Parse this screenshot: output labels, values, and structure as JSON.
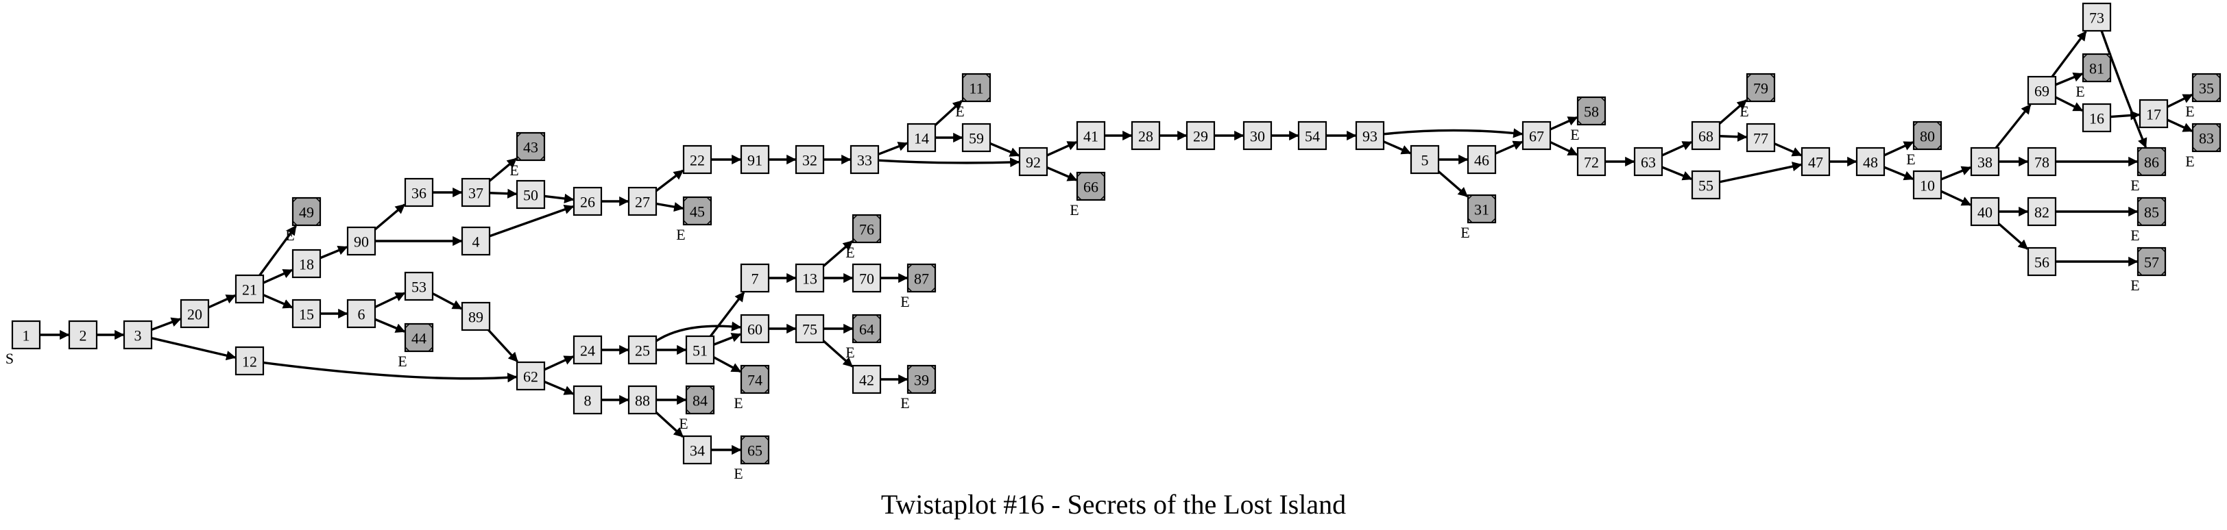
{
  "title": "Twistaplot #16 - Secrets of the Lost Island",
  "start_mark": "S",
  "end_mark": "E",
  "colors": {
    "node_fill": "#e5e5e5",
    "end_node_fill": "#a9a9a9",
    "edge": "#000000"
  },
  "nodes": [
    {
      "id": "1",
      "type": "start"
    },
    {
      "id": "2",
      "type": "normal"
    },
    {
      "id": "3",
      "type": "normal"
    },
    {
      "id": "20",
      "type": "normal"
    },
    {
      "id": "12",
      "type": "normal"
    },
    {
      "id": "21",
      "type": "normal"
    },
    {
      "id": "49",
      "type": "end"
    },
    {
      "id": "18",
      "type": "normal"
    },
    {
      "id": "15",
      "type": "normal"
    },
    {
      "id": "90",
      "type": "normal"
    },
    {
      "id": "6",
      "type": "normal"
    },
    {
      "id": "44",
      "type": "end"
    },
    {
      "id": "36",
      "type": "normal"
    },
    {
      "id": "4",
      "type": "normal"
    },
    {
      "id": "53",
      "type": "normal"
    },
    {
      "id": "37",
      "type": "normal"
    },
    {
      "id": "43",
      "type": "end"
    },
    {
      "id": "50",
      "type": "normal"
    },
    {
      "id": "89",
      "type": "normal"
    },
    {
      "id": "26",
      "type": "normal"
    },
    {
      "id": "62",
      "type": "normal"
    },
    {
      "id": "27",
      "type": "normal"
    },
    {
      "id": "24",
      "type": "normal"
    },
    {
      "id": "8",
      "type": "normal"
    },
    {
      "id": "22",
      "type": "normal"
    },
    {
      "id": "45",
      "type": "end"
    },
    {
      "id": "25",
      "type": "normal"
    },
    {
      "id": "88",
      "type": "normal"
    },
    {
      "id": "91",
      "type": "normal"
    },
    {
      "id": "51",
      "type": "normal"
    },
    {
      "id": "84",
      "type": "end"
    },
    {
      "id": "34",
      "type": "normal"
    },
    {
      "id": "32",
      "type": "normal"
    },
    {
      "id": "7",
      "type": "normal"
    },
    {
      "id": "60",
      "type": "normal"
    },
    {
      "id": "74",
      "type": "end"
    },
    {
      "id": "65",
      "type": "end"
    },
    {
      "id": "33",
      "type": "normal"
    },
    {
      "id": "13",
      "type": "normal"
    },
    {
      "id": "75",
      "type": "normal"
    },
    {
      "id": "76",
      "type": "end"
    },
    {
      "id": "70",
      "type": "normal"
    },
    {
      "id": "64",
      "type": "end"
    },
    {
      "id": "42",
      "type": "normal"
    },
    {
      "id": "14",
      "type": "normal"
    },
    {
      "id": "87",
      "type": "end"
    },
    {
      "id": "39",
      "type": "end"
    },
    {
      "id": "11",
      "type": "end"
    },
    {
      "id": "59",
      "type": "normal"
    },
    {
      "id": "92",
      "type": "normal"
    },
    {
      "id": "41",
      "type": "normal"
    },
    {
      "id": "66",
      "type": "end"
    },
    {
      "id": "28",
      "type": "normal"
    },
    {
      "id": "29",
      "type": "normal"
    },
    {
      "id": "30",
      "type": "normal"
    },
    {
      "id": "54",
      "type": "normal"
    },
    {
      "id": "93",
      "type": "normal"
    },
    {
      "id": "5",
      "type": "normal"
    },
    {
      "id": "46",
      "type": "normal"
    },
    {
      "id": "31",
      "type": "end"
    },
    {
      "id": "67",
      "type": "normal"
    },
    {
      "id": "58",
      "type": "end"
    },
    {
      "id": "72",
      "type": "normal"
    },
    {
      "id": "63",
      "type": "normal"
    },
    {
      "id": "68",
      "type": "normal"
    },
    {
      "id": "55",
      "type": "normal"
    },
    {
      "id": "79",
      "type": "end"
    },
    {
      "id": "77",
      "type": "normal"
    },
    {
      "id": "47",
      "type": "normal"
    },
    {
      "id": "48",
      "type": "normal"
    },
    {
      "id": "80",
      "type": "end"
    },
    {
      "id": "10",
      "type": "normal"
    },
    {
      "id": "38",
      "type": "normal"
    },
    {
      "id": "40",
      "type": "normal"
    },
    {
      "id": "69",
      "type": "normal"
    },
    {
      "id": "78",
      "type": "normal"
    },
    {
      "id": "82",
      "type": "normal"
    },
    {
      "id": "56",
      "type": "normal"
    },
    {
      "id": "73",
      "type": "normal"
    },
    {
      "id": "81",
      "type": "end"
    },
    {
      "id": "16",
      "type": "normal"
    },
    {
      "id": "85",
      "type": "end"
    },
    {
      "id": "57",
      "type": "end"
    },
    {
      "id": "17",
      "type": "normal"
    },
    {
      "id": "86",
      "type": "end"
    },
    {
      "id": "35",
      "type": "end"
    },
    {
      "id": "83",
      "type": "end"
    }
  ],
  "edges": [
    [
      "1",
      "2"
    ],
    [
      "2",
      "3"
    ],
    [
      "3",
      "20"
    ],
    [
      "3",
      "12"
    ],
    [
      "20",
      "21"
    ],
    [
      "12",
      "62"
    ],
    [
      "21",
      "49"
    ],
    [
      "21",
      "18"
    ],
    [
      "21",
      "15"
    ],
    [
      "18",
      "90"
    ],
    [
      "15",
      "6"
    ],
    [
      "90",
      "36"
    ],
    [
      "90",
      "4"
    ],
    [
      "6",
      "53"
    ],
    [
      "6",
      "44"
    ],
    [
      "36",
      "37"
    ],
    [
      "37",
      "43"
    ],
    [
      "37",
      "50"
    ],
    [
      "50",
      "26"
    ],
    [
      "4",
      "26"
    ],
    [
      "53",
      "89"
    ],
    [
      "89",
      "62"
    ],
    [
      "26",
      "27"
    ],
    [
      "27",
      "22"
    ],
    [
      "27",
      "45"
    ],
    [
      "62",
      "24"
    ],
    [
      "62",
      "8"
    ],
    [
      "22",
      "91"
    ],
    [
      "91",
      "32"
    ],
    [
      "32",
      "33"
    ],
    [
      "24",
      "25"
    ],
    [
      "25",
      "51"
    ],
    [
      "25",
      "60"
    ],
    [
      "8",
      "88"
    ],
    [
      "88",
      "84"
    ],
    [
      "88",
      "34"
    ],
    [
      "34",
      "65"
    ],
    [
      "51",
      "7"
    ],
    [
      "51",
      "60"
    ],
    [
      "51",
      "74"
    ],
    [
      "7",
      "13"
    ],
    [
      "13",
      "76"
    ],
    [
      "13",
      "70"
    ],
    [
      "70",
      "87"
    ],
    [
      "60",
      "75"
    ],
    [
      "75",
      "64"
    ],
    [
      "75",
      "42"
    ],
    [
      "42",
      "39"
    ],
    [
      "33",
      "14"
    ],
    [
      "33",
      "92"
    ],
    [
      "14",
      "11"
    ],
    [
      "14",
      "59"
    ],
    [
      "59",
      "92"
    ],
    [
      "92",
      "41"
    ],
    [
      "92",
      "66"
    ],
    [
      "41",
      "28"
    ],
    [
      "28",
      "29"
    ],
    [
      "29",
      "30"
    ],
    [
      "30",
      "54"
    ],
    [
      "54",
      "93"
    ],
    [
      "93",
      "5"
    ],
    [
      "93",
      "67"
    ],
    [
      "5",
      "46"
    ],
    [
      "5",
      "31"
    ],
    [
      "46",
      "67"
    ],
    [
      "67",
      "58"
    ],
    [
      "67",
      "72"
    ],
    [
      "72",
      "63"
    ],
    [
      "63",
      "68"
    ],
    [
      "63",
      "55"
    ],
    [
      "68",
      "79"
    ],
    [
      "68",
      "77"
    ],
    [
      "77",
      "47"
    ],
    [
      "55",
      "47"
    ],
    [
      "47",
      "48"
    ],
    [
      "48",
      "80"
    ],
    [
      "48",
      "10"
    ],
    [
      "10",
      "38"
    ],
    [
      "10",
      "40"
    ],
    [
      "38",
      "69"
    ],
    [
      "38",
      "78"
    ],
    [
      "40",
      "82"
    ],
    [
      "40",
      "56"
    ],
    [
      "69",
      "73"
    ],
    [
      "69",
      "81"
    ],
    [
      "69",
      "16"
    ],
    [
      "73",
      "86"
    ],
    [
      "78",
      "86"
    ],
    [
      "82",
      "85"
    ],
    [
      "56",
      "57"
    ],
    [
      "16",
      "17"
    ],
    [
      "17",
      "35"
    ],
    [
      "17",
      "83"
    ]
  ]
}
